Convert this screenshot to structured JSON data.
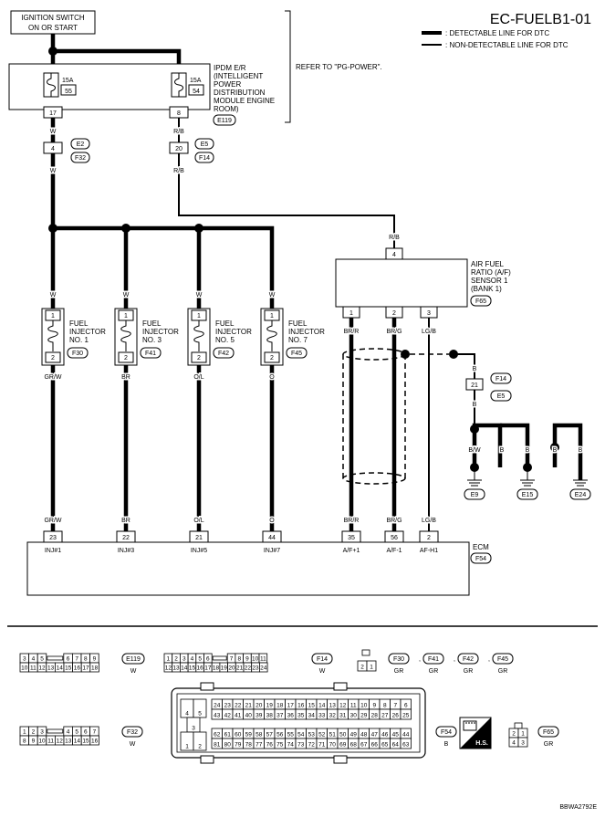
{
  "title": "EC-FUELB1-01",
  "legend": {
    "detectable": ": DETECTABLE LINE FOR DTC",
    "non_detectable": ": NON-DETECTABLE LINE FOR DTC"
  },
  "ignition": {
    "line1": "IGNITION SWITCH",
    "line2": "ON OR START"
  },
  "ipdm": {
    "lines": [
      "IPDM E/R",
      "(INTELLIGENT",
      "POWER",
      "DISTRIBUTION",
      "MODULE ENGINE",
      "ROOM)"
    ],
    "conn": "E119",
    "fuse1": {
      "amp": "15A",
      "num": "55",
      "pin": "17"
    },
    "fuse2": {
      "amp": "15A",
      "num": "54",
      "pin": "8"
    }
  },
  "refer": "REFER TO \"PG-POWER\".",
  "joints": {
    "left": {
      "wire_top": "W",
      "pin": "4",
      "conn_top": "E2",
      "conn_bot": "F32",
      "wire_bot": "W"
    },
    "right": {
      "wire_top": "R/B",
      "pin": "20",
      "conn_top": "E5",
      "conn_bot": "F14",
      "wire_bot": "R/B"
    }
  },
  "injectors": [
    {
      "name1": "FUEL",
      "name2": "INJECTOR",
      "name3": "NO. 1",
      "conn": "F30",
      "wire_top": "W",
      "wire_bot": "GR/W",
      "pin1": "1",
      "pin2": "2"
    },
    {
      "name1": "FUEL",
      "name2": "INJECTOR",
      "name3": "NO. 3",
      "conn": "F41",
      "wire_top": "W",
      "wire_bot": "BR",
      "pin1": "1",
      "pin2": "2"
    },
    {
      "name1": "FUEL",
      "name2": "INJECTOR",
      "name3": "NO. 5",
      "conn": "F42",
      "wire_top": "W",
      "wire_bot": "O/L",
      "pin1": "1",
      "pin2": "2"
    },
    {
      "name1": "FUEL",
      "name2": "INJECTOR",
      "name3": "NO. 7",
      "conn": "F45",
      "wire_top": "W",
      "wire_bot": "O",
      "pin1": "1",
      "pin2": "2"
    }
  ],
  "af_sensor": {
    "wire_top": "R/B",
    "pin_top": "4",
    "lines": [
      "AIR FUEL",
      "RATIO (A/F)",
      "SENSOR 1",
      "(BANK 1)"
    ],
    "conn": "F65",
    "pins": [
      "1",
      "2",
      "3"
    ],
    "wires": [
      "BR/R",
      "BR/G",
      "LG/B"
    ]
  },
  "ground_joint": {
    "wire_top": "B",
    "pin": "21",
    "conn_top": "F14",
    "conn_bot": "E5",
    "wire_bot": "B"
  },
  "grounds": [
    {
      "wire": "B/W",
      "label": "E9"
    },
    {
      "wire": "B",
      "label": "E15"
    },
    {
      "wire": "B",
      "label": "E24"
    }
  ],
  "ground_extra_wires": [
    "B",
    "B"
  ],
  "ecm": {
    "label": "ECM",
    "conn": "F54",
    "terminals": [
      {
        "wire": "GR/W",
        "pin": "23",
        "name": "INJ#1"
      },
      {
        "wire": "BR",
        "pin": "22",
        "name": "INJ#3"
      },
      {
        "wire": "O/L",
        "pin": "21",
        "name": "INJ#5"
      },
      {
        "wire": "O",
        "pin": "44",
        "name": "INJ#7"
      },
      {
        "wire": "BR/R",
        "pin": "35",
        "name": "A/F+1"
      },
      {
        "wire": "BR/G",
        "pin": "56",
        "name": "A/F-1"
      },
      {
        "wire": "LG/B",
        "pin": "2",
        "name": "AF-H1"
      }
    ]
  },
  "connectors": {
    "e119": {
      "id": "E119",
      "color": "W",
      "row1": [
        "3",
        "4",
        "5",
        "",
        "6",
        "7",
        "8",
        "9"
      ],
      "row2": [
        "10",
        "11",
        "12",
        "13",
        "14",
        "15",
        "16",
        "17",
        "18"
      ]
    },
    "f14": {
      "id": "F14",
      "color": "W",
      "row1": [
        "1",
        "2",
        "3",
        "4",
        "5",
        "6",
        "",
        "7",
        "8",
        "9",
        "10",
        "11"
      ],
      "row2": [
        "12",
        "13",
        "14",
        "15",
        "16",
        "17",
        "18",
        "19",
        "20",
        "21",
        "22",
        "23",
        "24"
      ]
    },
    "inj": {
      "pins": [
        "2",
        "1"
      ],
      "ids": [
        "F30",
        "F41",
        "F42",
        "F45"
      ],
      "colors": [
        "GR",
        "GR",
        "GR",
        "GR"
      ]
    },
    "f32": {
      "id": "F32",
      "color": "W",
      "row1": [
        "1",
        "2",
        "3",
        "",
        "4",
        "5",
        "6",
        "7"
      ],
      "row2": [
        "8",
        "9",
        "10",
        "11",
        "12",
        "13",
        "14",
        "15",
        "16"
      ]
    },
    "f54": {
      "id": "F54",
      "color": "B",
      "block": [
        "4",
        "5",
        "3",
        "1",
        "2"
      ],
      "row1": [
        "24",
        "23",
        "22",
        "21",
        "20",
        "19",
        "18",
        "17",
        "16",
        "15",
        "14",
        "13",
        "12",
        "11",
        "10",
        "9",
        "8",
        "7",
        "6"
      ],
      "row2": [
        "43",
        "42",
        "41",
        "40",
        "39",
        "38",
        "37",
        "36",
        "35",
        "34",
        "33",
        "32",
        "31",
        "30",
        "29",
        "28",
        "27",
        "26",
        "25"
      ],
      "row3": [
        "62",
        "61",
        "60",
        "59",
        "58",
        "57",
        "56",
        "55",
        "54",
        "53",
        "52",
        "51",
        "50",
        "49",
        "48",
        "47",
        "46",
        "45",
        "44"
      ],
      "row4": [
        "81",
        "80",
        "79",
        "78",
        "77",
        "76",
        "75",
        "74",
        "73",
        "72",
        "71",
        "70",
        "69",
        "68",
        "67",
        "66",
        "65",
        "64",
        "63"
      ]
    },
    "f65": {
      "id": "F65",
      "color": "GR",
      "row1": [
        "2",
        "1"
      ],
      "row2": [
        "4",
        "3"
      ]
    },
    "hs": "H.S."
  },
  "code": "BBWA2792E"
}
